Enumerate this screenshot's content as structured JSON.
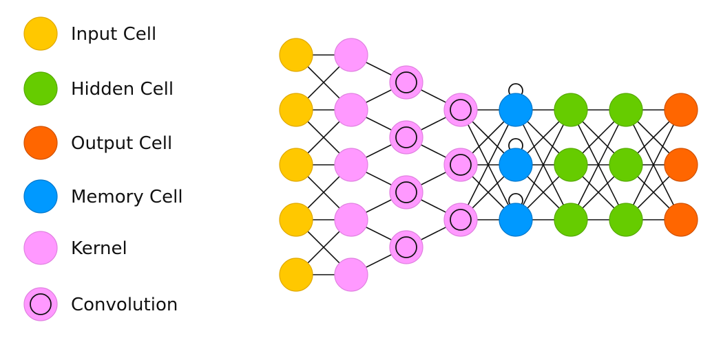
{
  "legend": {
    "items": [
      {
        "key": "input",
        "label": "Input Cell"
      },
      {
        "key": "hidden",
        "label": "Hidden Cell"
      },
      {
        "key": "output",
        "label": "Output Cell"
      },
      {
        "key": "memory",
        "label": "Memory Cell"
      },
      {
        "key": "kernel",
        "label": "Kernel"
      },
      {
        "key": "convolution",
        "label": "Convolution"
      }
    ]
  },
  "cell_styles": {
    "input": {
      "fill": "#ffc800",
      "stroke": "#e0a800"
    },
    "hidden": {
      "fill": "#66cc00",
      "stroke": "#55aa00"
    },
    "output": {
      "fill": "#ff6600",
      "stroke": "#d05000"
    },
    "memory": {
      "fill": "#0099ff",
      "stroke": "#0077cc"
    },
    "kernel": {
      "fill": "#ff99ff",
      "stroke": "#e080e0"
    },
    "convolution": {
      "fill": "#ff99ff",
      "stroke": "#e080e0",
      "ring": "#111111"
    }
  },
  "network": {
    "layers": [
      {
        "type": "input",
        "count": 5
      },
      {
        "type": "kernel",
        "count": 5
      },
      {
        "type": "convolution",
        "count": 4
      },
      {
        "type": "convolution",
        "count": 3
      },
      {
        "type": "memory",
        "count": 3
      },
      {
        "type": "hidden",
        "count": 3
      },
      {
        "type": "hidden",
        "count": 3
      },
      {
        "type": "output",
        "count": 3
      }
    ],
    "connections": [
      {
        "from": 0,
        "to": 1,
        "pattern": "neighbors"
      },
      {
        "from": 1,
        "to": 2,
        "pattern": "adjacent-pairs"
      },
      {
        "from": 2,
        "to": 3,
        "pattern": "adjacent-pairs"
      },
      {
        "from": 3,
        "to": 4,
        "pattern": "full"
      },
      {
        "from": 4,
        "to": 5,
        "pattern": "full"
      },
      {
        "from": 5,
        "to": 6,
        "pattern": "full"
      },
      {
        "from": 6,
        "to": 7,
        "pattern": "full"
      }
    ],
    "memory_self_loops": true
  }
}
